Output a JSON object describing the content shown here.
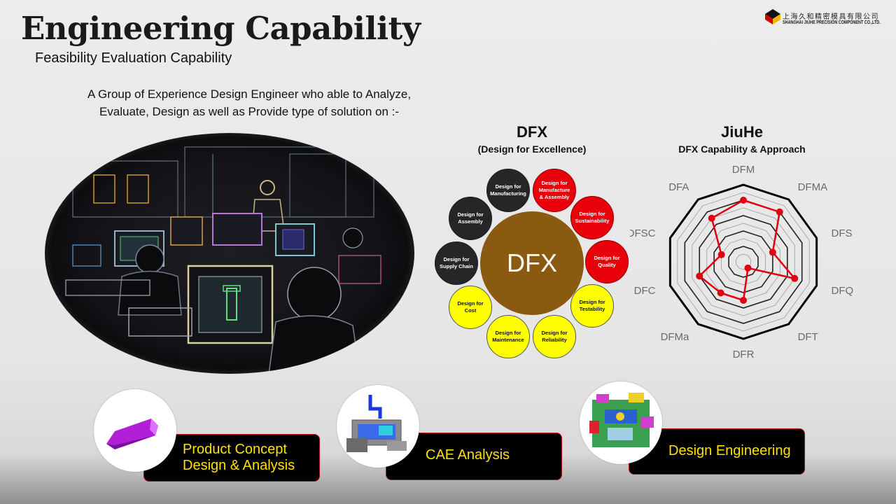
{
  "header": {
    "title": "Engineering Capability",
    "subtitle": "Feasibility Evaluation Capability",
    "intro_line1": "A Group of Experience Design Engineer who able to Analyze,",
    "intro_line2": "Evaluate, Design as well as Provide type of solution on :-"
  },
  "logo": {
    "cn": "上海久和精密模具有限公司",
    "en": "SHANGHAI JIUHE PRECISION COMPONENT CO.,LTD."
  },
  "dfx": {
    "title": "DFX",
    "subtitle": "(Design for Excellence)",
    "center": "DFX",
    "center_color": "#8a5a10",
    "items": [
      {
        "label": "Design for Manufacturing",
        "color": "black"
      },
      {
        "label": "Design for Manufacture & Assembly",
        "color": "red"
      },
      {
        "label": "Design for Sustainability",
        "color": "red"
      },
      {
        "label": "Design for Quality",
        "color": "red"
      },
      {
        "label": "Design for Testability",
        "color": "yellow"
      },
      {
        "label": "Design for Reliability",
        "color": "yellow"
      },
      {
        "label": "Design for Maintenance",
        "color": "yellow"
      },
      {
        "label": "Design for Cost",
        "color": "yellow"
      },
      {
        "label": "Design for Supply Chain",
        "color": "black"
      },
      {
        "label": "Design for Assembly",
        "color": "black"
      }
    ]
  },
  "jiuhe": {
    "title": "JiuHe",
    "subtitle": "DFX Capability & Approach"
  },
  "chart_data": {
    "type": "radar",
    "categories": [
      "DFM",
      "DFMA",
      "DFS",
      "DFQ",
      "DFT",
      "DFR",
      "DFMa",
      "DFC",
      "DFSC",
      "DFA"
    ],
    "values": [
      8,
      8,
      4,
      7,
      1,
      5,
      5,
      6,
      3,
      7
    ],
    "range": [
      0,
      10
    ],
    "rings": 10,
    "series_color": "#e00012",
    "grid": true
  },
  "cards": [
    {
      "line1": "Product Concept",
      "line2": "Design & Analysis"
    },
    {
      "line1": "CAE Analysis",
      "line2": ""
    },
    {
      "line1": "Design Engineering",
      "line2": ""
    }
  ],
  "colors": {
    "card_text": "#ffe100",
    "card_border": "#b3111a",
    "red": "#e8000a",
    "yellow": "#ffff00",
    "black": "#262626"
  }
}
